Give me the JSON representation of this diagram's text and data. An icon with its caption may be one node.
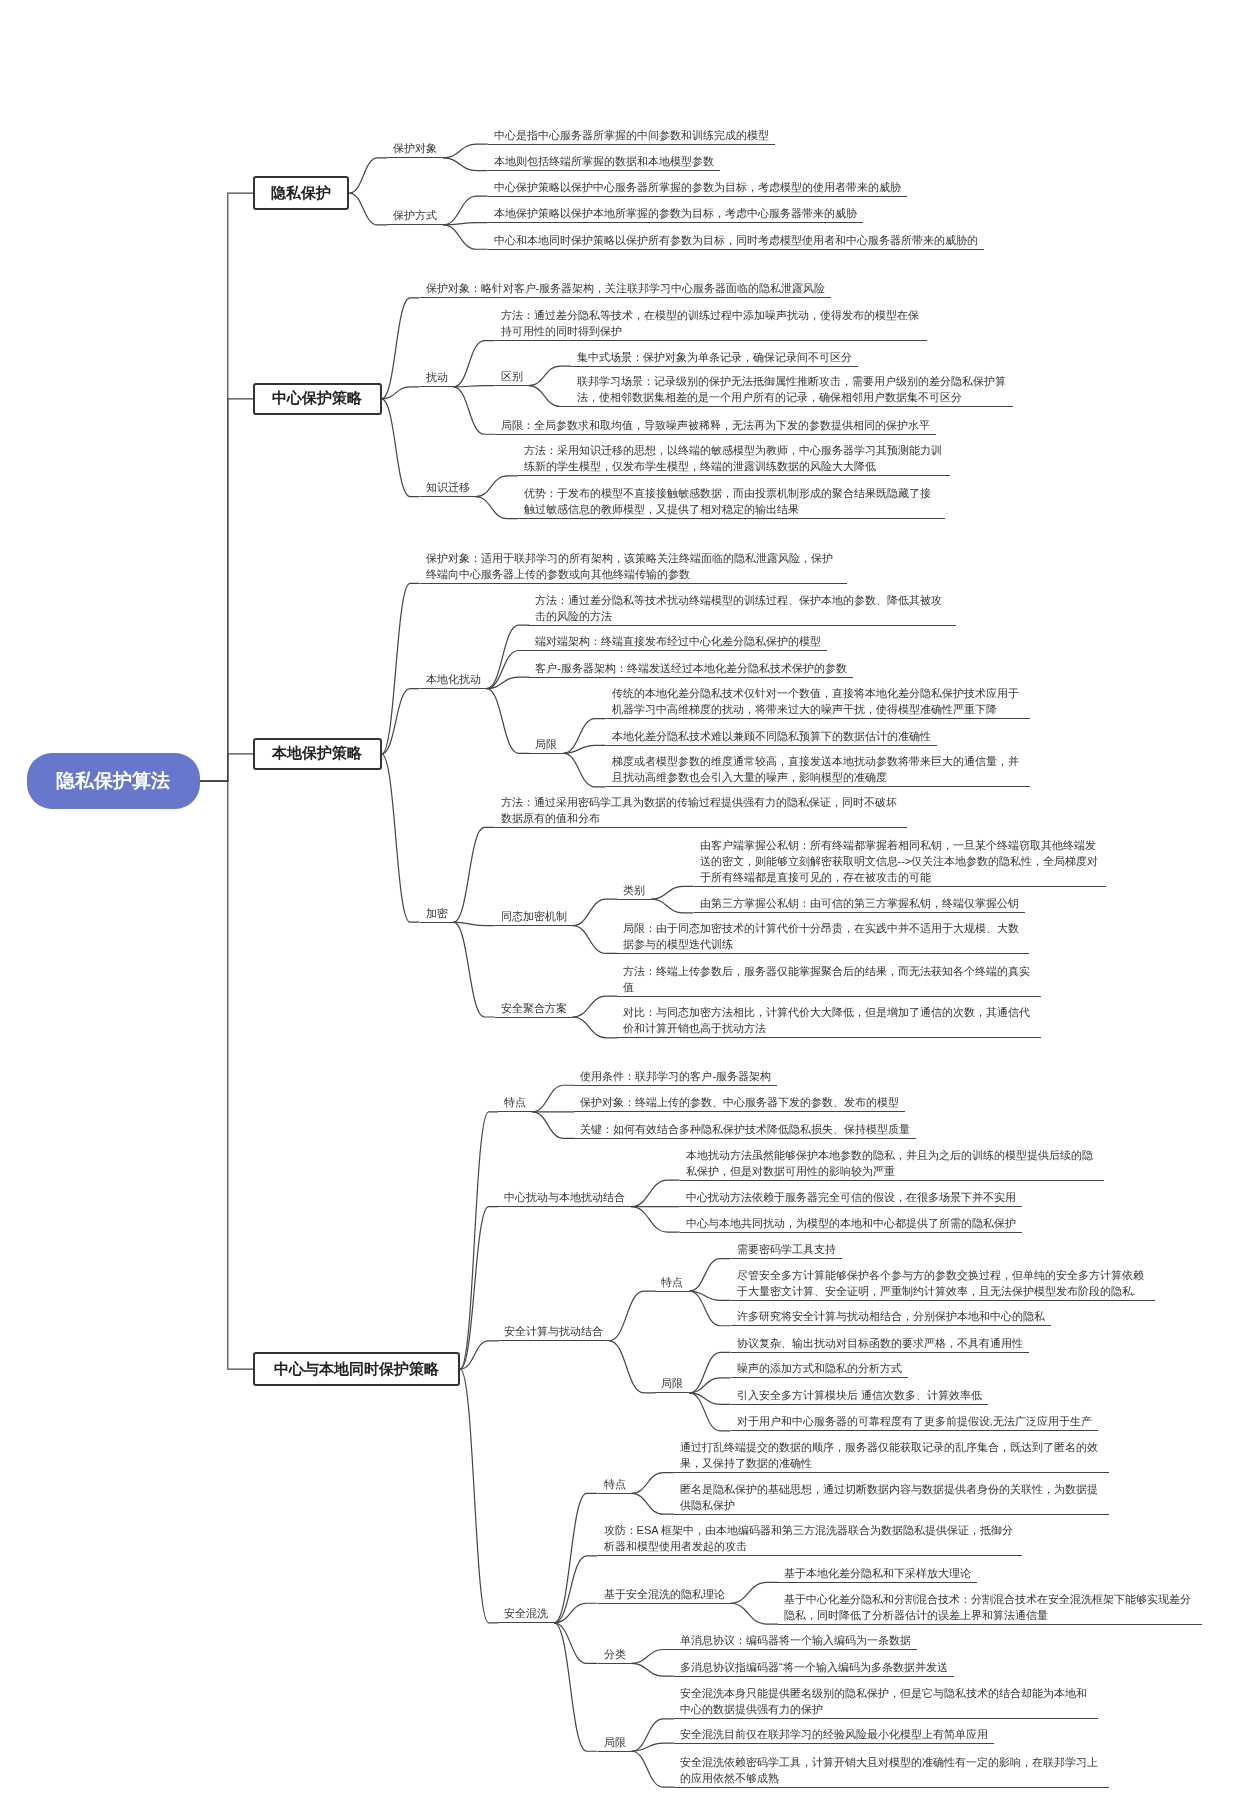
{
  "diagram": {
    "nodes": [
      {
        "text": [
          "隐私保护算法"
        ]
      },
      {
        "text": [
          "隐私保护"
        ]
      },
      {
        "text": [
          "保护对象"
        ]
      },
      {
        "text": [
          "中心是指中心服务器所掌握的中间参数和训练完成的模型"
        ]
      },
      {
        "text": [
          "本地则包括终端所掌握的数据和本地模型参数"
        ]
      },
      {
        "text": [
          "保护方式"
        ]
      },
      {
        "text": [
          "中心保护策略以保护中心服务器所掌握的参数为目标，考虑模型的使用者带来的威胁"
        ]
      },
      {
        "text": [
          "本地保护策略以保护本地所掌握的参数为目标，考虑中心服务器带来的威胁"
        ]
      },
      {
        "text": [
          "中心和本地同时保护策略以保护所有参数为目标，同时考虑模型使用者和中心服务器所带来的威胁的"
        ]
      },
      {
        "text": [
          "中心保护策略"
        ]
      },
      {
        "text": [
          "保护对象：略针对客户-服务器架构，关注联邦学习中心服务器面临的隐私泄露风险"
        ]
      },
      {
        "text": [
          "扰动"
        ]
      },
      {
        "text": [
          "方法：通过差分隐私等技术，在模型的训练过程中添加噪声扰动，使得发布的模型在保持可用性的同时得到保护"
        ]
      },
      {
        "text": [
          "区别"
        ]
      },
      {
        "text": [
          "集中式场景：保护对象为单条记录，确保记录间不可区分"
        ]
      },
      {
        "text": [
          "联邦学习场景：记录级别的保护无法抵御属性推断攻击，需要用户级别的差分隐私保护算法，使相邻数据集相差的是一个用户所有的记录，确保相邻用户数据集不可区分"
        ]
      },
      {
        "text": [
          "局限：全局参数求和取均值，导致噪声被稀释，无法再为下发的参数提供相同的保护水平"
        ]
      },
      {
        "text": [
          "知识迁移"
        ]
      },
      {
        "text": [
          "方法：采用知识迁移的思想，以终端的敏感模型为教师，中心服务器学习其预测能力训练新的学生模型，仅发布学生模型，终端的泄露训练数据的风险大大降低"
        ]
      },
      {
        "text": [
          "优势：于发布的模型不直接接触敏感数据，而由投票机制形成的聚合结果既隐藏了接触过敏感信息的教师模型，又提供了相对稳定的输出结果"
        ]
      },
      {
        "text": [
          "本地保护策略"
        ]
      },
      {
        "text": [
          "保护对象：适用于联邦学习的所有架构，该策略关注终端面临的隐私泄露风险，保护终端向中心服务器上传的参数或向其他终端传输的参数"
        ]
      },
      {
        "text": [
          "本地化扰动"
        ]
      },
      {
        "text": [
          "方法：通过差分隐私等技术扰动终端模型的训练过程、保护本地的参数、降低其被攻击的风险的方法"
        ]
      },
      {
        "text": [
          "端对端架构：终端直接发布经过中心化差分隐私保护的模型"
        ]
      },
      {
        "text": [
          "客户-服务器架构：终端发送经过本地化差分隐私技术保护的参数"
        ]
      },
      {
        "text": [
          "局限"
        ]
      },
      {
        "text": [
          "传统的本地化差分隐私技术仅针对一个数值，直接将本地化差分隐私保护技术应用于机器学习中高维梯度的扰动，将带来过大的噪声干扰，使得模型准确性严重下降"
        ]
      },
      {
        "text": [
          "本地化差分隐私技术难以兼顾不同隐私预算下的数据估计的准确性"
        ]
      },
      {
        "text": [
          "梯度或者模型参数的维度通常较高，直接发送本地扰动参数将带来巨大的通信量，并且扰动高维参数也会引入大量的噪声，影响模型的准确度"
        ]
      },
      {
        "text": [
          "加密"
        ]
      },
      {
        "text": [
          "方法：通过采用密码学工具为数据的传输过程提供强有力的隐私保证，同时不破坏数据原有的值和分布"
        ]
      },
      {
        "text": [
          "同态加密机制"
        ]
      },
      {
        "text": [
          "类别"
        ]
      },
      {
        "text": [
          "由客户端掌握公私钥：所有终端都掌握着相同私钥，一旦某个终端窃取其他终端发送的密文，则能够立刻解密获取明文信息-->仅关注本地参数的隐私性，全局梯度对于所有终端都是直接可见的，存在被攻击的可能"
        ]
      },
      {
        "text": [
          "由第三方掌握公私钥：由可信的第三方掌握私钥，终端仅掌握公钥"
        ]
      },
      {
        "text": [
          "局限：由于同态加密技术的计算代价十分昂贵，在实践中并不适用于大规模、大数据参与的模型迭代训练"
        ]
      },
      {
        "text": [
          "安全聚合方案"
        ]
      },
      {
        "text": [
          "方法：终端上传参数后，服务器仅能掌握聚合后的结果，而无法获知各个终端的真实值"
        ]
      },
      {
        "text": [
          "对比：与同态加密方法相比，计算代价大大降低，但是增加了通信的次数，其通信代价和计算开销也高于扰动方法"
        ]
      },
      {
        "text": [
          "中心与本地同时保护策略"
        ]
      },
      {
        "text": [
          "特点"
        ]
      },
      {
        "text": [
          "使用条件：联邦学习的客户-服务器架构"
        ]
      },
      {
        "text": [
          "保护对象：终端上传的参数、中心服务器下发的参数、发布的模型"
        ]
      },
      {
        "text": [
          "关键：如何有效结合多种隐私保护技术降低隐私损失、保持模型质量"
        ]
      },
      {
        "text": [
          "中心扰动与本地扰动结合"
        ]
      },
      {
        "text": [
          "本地扰动方法虽然能够保护本地参数的隐私，并且为之后的训练的模型提供后续的隐私保护，但是对数据可用性的影响较为严重"
        ]
      },
      {
        "text": [
          "中心扰动方法依赖于服务器完全可信的假设，在很多场景下并不实用"
        ]
      },
      {
        "text": [
          "中心与本地共同扰动，为模型的本地和中心都提供了所需的隐私保护"
        ]
      },
      {
        "text": [
          "安全计算与扰动结合"
        ]
      },
      {
        "text": [
          "特点"
        ]
      },
      {
        "text": [
          "需要密码学工具支持"
        ]
      },
      {
        "text": [
          "尽管安全多方计算能够保护各个参与方的参数交换过程，但单纯的安全多方计算依赖于大量密文计算、安全证明，严重制约计算效率，且无法保护模型发布阶段的隐私."
        ]
      },
      {
        "text": [
          "许多研究将安全计算与扰动相结合，分别保护本地和中心的隐私"
        ]
      },
      {
        "text": [
          "局限"
        ]
      },
      {
        "text": [
          "协议复杂、输出扰动对目标函数的要求严格，不具有通用性"
        ]
      },
      {
        "text": [
          "噪声的添加方式和隐私的分析方式"
        ]
      },
      {
        "text": [
          "引入安全多方计算模块后 通信次数多、计算效率低"
        ]
      },
      {
        "text": [
          "对于用户和中心服务器的可靠程度有了更多前提假设,无法广泛应用于生产"
        ]
      },
      {
        "text": [
          "安全混洗"
        ]
      },
      {
        "text": [
          "特点"
        ]
      },
      {
        "text": [
          "通过打乱终端提交的数据的顺序，服务器仅能获取记录的乱序集合，既达到了匿名的效果，又保持了数据的准确性"
        ]
      },
      {
        "text": [
          "匿名是隐私保护的基础思想，通过切断数据内容与数据提供者身份的关联性，为数据提供隐私保护"
        ]
      },
      {
        "text": [
          "攻防：ESA 框架中，由本地编码器和第三方混洗器联合为数据隐私提供保证，抵御分析器和模型使用者发起的攻击"
        ]
      },
      {
        "text": [
          "基于安全混洗的隐私理论"
        ]
      },
      {
        "text": [
          "基于本地化差分隐私和下采样放大理论"
        ]
      },
      {
        "text": [
          "基于中心化差分隐私和分割混合技术：分割混合技术在安全混洗框架下能够实现差分隐私，同时降低了分析器估计的误差上界和算法通信量"
        ]
      },
      {
        "text": [
          "分类"
        ]
      },
      {
        "text": [
          "单消息协议：编码器将一个输入编码为一条数据"
        ]
      },
      {
        "text": [
          "多消息协议指编码器“将一个输入编码为多条数据并发送"
        ]
      },
      {
        "text": [
          "局限"
        ]
      },
      {
        "text": [
          "安全混洗本身只能提供匿名级别的隐私保护，但是它与隐私技术的结合却能为本地和中心的数据提供强有力的保护"
        ]
      },
      {
        "text": [
          "安全混洗目前仅在联邦学习的经验风险最小化模型上有简单应用"
        ]
      },
      {
        "text": [
          "安全混洗依赖密码学工具，计算开销大且对模型的准确性有一定的影响，在联邦学习上的应用依然不够成熟"
        ]
      }
    ],
    "edges": [
      {
        "from": 0,
        "to": 1,
        "arrow": "none"
      },
      {
        "from": 1,
        "to": 2,
        "arrow": "none"
      },
      {
        "from": 2,
        "to": 3,
        "arrow": "none"
      },
      {
        "from": 2,
        "to": 4,
        "arrow": "none"
      },
      {
        "from": 1,
        "to": 5,
        "arrow": "none"
      },
      {
        "from": 5,
        "to": 6,
        "arrow": "none"
      },
      {
        "from": 5,
        "to": 7,
        "arrow": "none"
      },
      {
        "from": 5,
        "to": 8,
        "arrow": "none"
      },
      {
        "from": 0,
        "to": 9,
        "arrow": "none"
      },
      {
        "from": 9,
        "to": 10,
        "arrow": "none"
      },
      {
        "from": 9,
        "to": 11,
        "arrow": "none"
      },
      {
        "from": 11,
        "to": 12,
        "arrow": "none"
      },
      {
        "from": 11,
        "to": 13,
        "arrow": "none"
      },
      {
        "from": 13,
        "to": 14,
        "arrow": "none"
      },
      {
        "from": 13,
        "to": 15,
        "arrow": "none"
      },
      {
        "from": 11,
        "to": 16,
        "arrow": "none"
      },
      {
        "from": 9,
        "to": 17,
        "arrow": "none"
      },
      {
        "from": 17,
        "to": 18,
        "arrow": "none"
      },
      {
        "from": 17,
        "to": 19,
        "arrow": "none"
      },
      {
        "from": 0,
        "to": 20,
        "arrow": "none"
      },
      {
        "from": 20,
        "to": 21,
        "arrow": "none"
      },
      {
        "from": 20,
        "to": 22,
        "arrow": "none"
      },
      {
        "from": 22,
        "to": 23,
        "arrow": "none"
      },
      {
        "from": 22,
        "to": 24,
        "arrow": "none"
      },
      {
        "from": 22,
        "to": 25,
        "arrow": "none"
      },
      {
        "from": 22,
        "to": 26,
        "arrow": "none"
      },
      {
        "from": 26,
        "to": 27,
        "arrow": "none"
      },
      {
        "from": 26,
        "to": 28,
        "arrow": "none"
      },
      {
        "from": 26,
        "to": 29,
        "arrow": "none"
      },
      {
        "from": 20,
        "to": 30,
        "arrow": "none"
      },
      {
        "from": 30,
        "to": 31,
        "arrow": "none"
      },
      {
        "from": 30,
        "to": 32,
        "arrow": "none"
      },
      {
        "from": 32,
        "to": 33,
        "arrow": "none"
      },
      {
        "from": 33,
        "to": 34,
        "arrow": "none"
      },
      {
        "from": 33,
        "to": 35,
        "arrow": "none"
      },
      {
        "from": 32,
        "to": 36,
        "arrow": "none"
      },
      {
        "from": 30,
        "to": 37,
        "arrow": "none"
      },
      {
        "from": 37,
        "to": 38,
        "arrow": "none"
      },
      {
        "from": 37,
        "to": 39,
        "arrow": "none"
      },
      {
        "from": 0,
        "to": 40,
        "arrow": "none"
      },
      {
        "from": 40,
        "to": 41,
        "arrow": "none"
      },
      {
        "from": 41,
        "to": 42,
        "arrow": "none"
      },
      {
        "from": 41,
        "to": 43,
        "arrow": "none"
      },
      {
        "from": 41,
        "to": 44,
        "arrow": "none"
      },
      {
        "from": 40,
        "to": 45,
        "arrow": "none"
      },
      {
        "from": 45,
        "to": 46,
        "arrow": "none"
      },
      {
        "from": 45,
        "to": 47,
        "arrow": "none"
      },
      {
        "from": 45,
        "to": 48,
        "arrow": "none"
      },
      {
        "from": 40,
        "to": 49,
        "arrow": "none"
      },
      {
        "from": 49,
        "to": 50,
        "arrow": "none"
      },
      {
        "from": 50,
        "to": 51,
        "arrow": "none"
      },
      {
        "from": 50,
        "to": 52,
        "arrow": "none"
      },
      {
        "from": 50,
        "to": 53,
        "arrow": "none"
      },
      {
        "from": 49,
        "to": 54,
        "arrow": "none"
      },
      {
        "from": 54,
        "to": 55,
        "arrow": "none"
      },
      {
        "from": 54,
        "to": 56,
        "arrow": "none"
      },
      {
        "from": 54,
        "to": 57,
        "arrow": "none"
      },
      {
        "from": 54,
        "to": 58,
        "arrow": "none"
      },
      {
        "from": 40,
        "to": 59,
        "arrow": "none"
      },
      {
        "from": 59,
        "to": 60,
        "arrow": "none"
      },
      {
        "from": 60,
        "to": 61,
        "arrow": "none"
      },
      {
        "from": 60,
        "to": 62,
        "arrow": "none"
      },
      {
        "from": 59,
        "to": 63,
        "arrow": "none"
      },
      {
        "from": 59,
        "to": 64,
        "arrow": "none"
      },
      {
        "from": 64,
        "to": 65,
        "arrow": "none"
      },
      {
        "from": 64,
        "to": 66,
        "arrow": "none"
      },
      {
        "from": 59,
        "to": 67,
        "arrow": "none"
      },
      {
        "from": 67,
        "to": 68,
        "arrow": "none"
      },
      {
        "from": 67,
        "to": 69,
        "arrow": "none"
      },
      {
        "from": 59,
        "to": 70,
        "arrow": "none"
      },
      {
        "from": 70,
        "to": 71,
        "arrow": "none"
      },
      {
        "from": 70,
        "to": 72,
        "arrow": "none"
      },
      {
        "from": 70,
        "to": 73,
        "arrow": "none"
      }
    ]
  }
}
